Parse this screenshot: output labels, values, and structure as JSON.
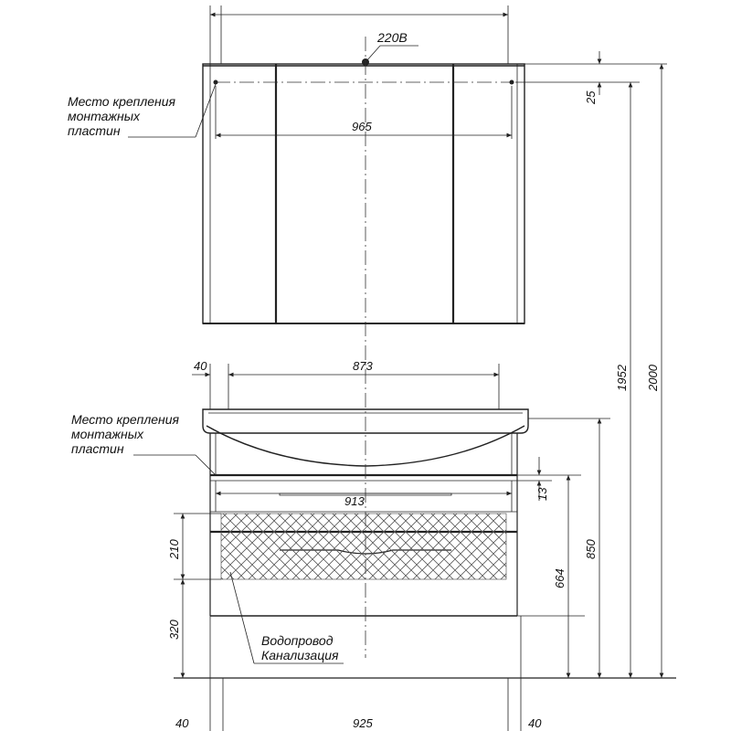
{
  "labels": {
    "mount_top": [
      "Место крепления",
      "монтажных",
      "пластин"
    ],
    "mount_bottom": [
      "Место крепления",
      "монтажных",
      "пластин"
    ],
    "power": "220В",
    "utilities": [
      "Водопровод",
      "Канализация"
    ]
  },
  "dimensions": {
    "top_width": "965",
    "top_offset": "25",
    "basin_width": "873",
    "basin_offset": "40",
    "drawer_width": "913",
    "gap": "13",
    "pipe_zone": "210",
    "pipe_height": "320",
    "base_height": "664",
    "cabinet_height": "850",
    "mount_height": "1952",
    "total_height": "2000",
    "bottom_left": "40",
    "bottom_width": "925",
    "bottom_right": "40"
  },
  "colors": {
    "line": "#222222",
    "hatch": "#555555"
  }
}
